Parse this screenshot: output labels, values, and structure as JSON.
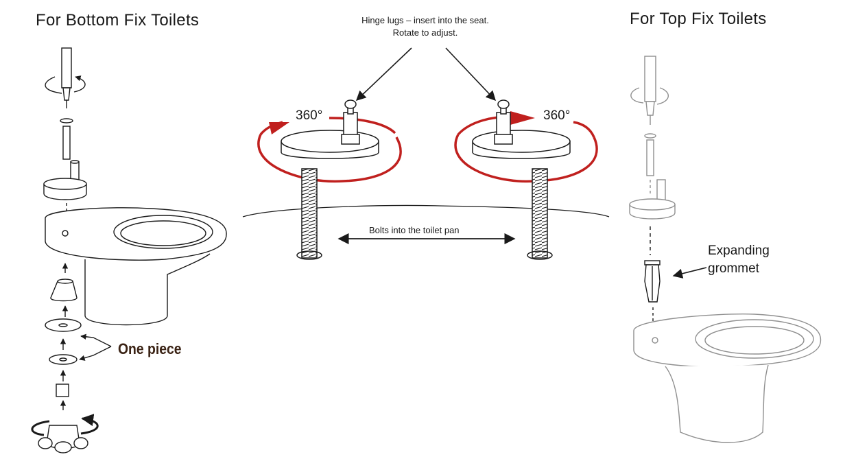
{
  "labels": {
    "bottom_fix": "For Bottom Fix Toilets",
    "top_fix": "For Top Fix Toilets",
    "hinge_line1": "Hinge lugs – insert into the seat.",
    "hinge_line2": "Rotate to adjust.",
    "deg_left": "360°",
    "deg_right": "360°",
    "bolts": "Bolts into the toilet pan",
    "expanding": "Expanding grommet",
    "one_piece": "One piece"
  },
  "colors": {
    "rotation_red": "#c0201e",
    "line": "#1a1a1a",
    "faded_line": "#9a9a9a",
    "annotation_brown": "#3a2214"
  }
}
